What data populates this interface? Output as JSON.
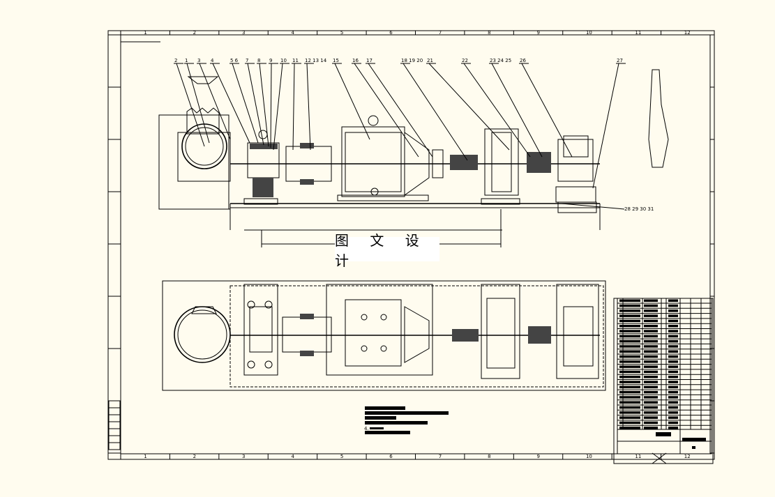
{
  "drawing": {
    "border_numbers": [
      "1",
      "2",
      "3",
      "4",
      "5",
      "6",
      "7",
      "8",
      "9",
      "10",
      "11",
      "12"
    ],
    "balloons_main": [
      "2",
      "1",
      "3",
      "4",
      "5 6",
      "7",
      "8",
      "9",
      "10",
      "11",
      "12 13 14",
      "15",
      "16",
      "17",
      "18 19 20",
      "21",
      "22",
      "23 24 25",
      "26",
      "27"
    ],
    "balloon_base": "28 29 30 31",
    "notes_item_4": "4."
  },
  "watermark": {
    "text": "图 文 设 计"
  },
  "colors": {
    "background": "#fffcef",
    "lines": "#000000"
  }
}
